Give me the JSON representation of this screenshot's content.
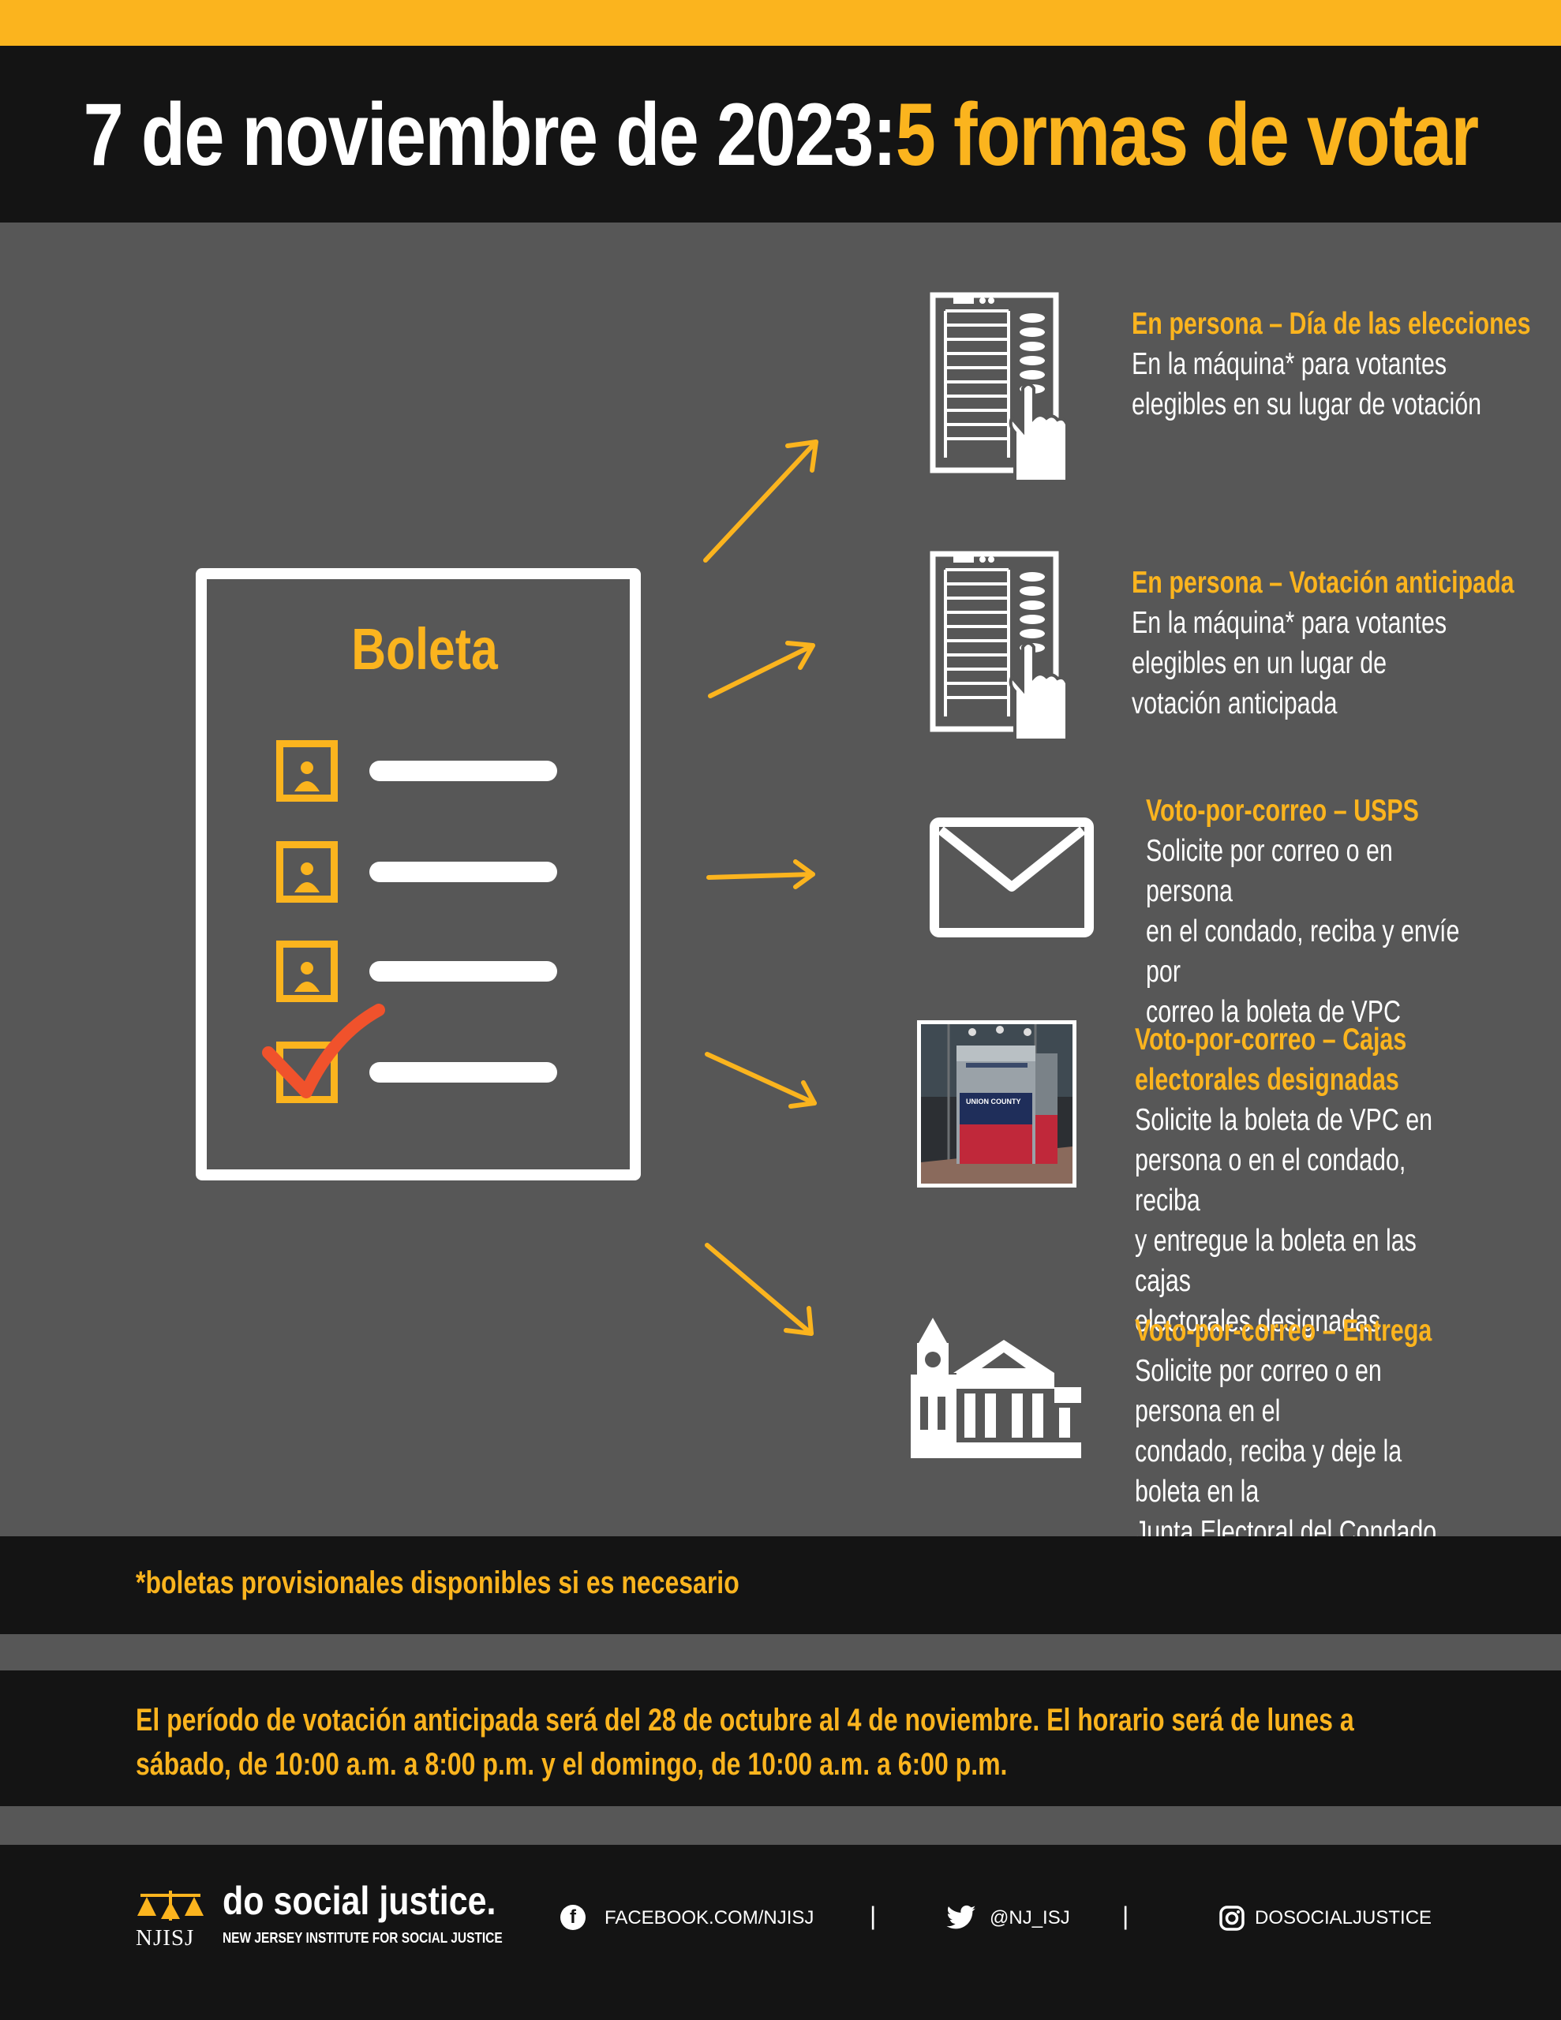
{
  "header": {
    "title_white": "7 de noviembre de 2023: ",
    "title_yellow": "5 formas de votar"
  },
  "ballot": {
    "label": "Boleta"
  },
  "methods": [
    {
      "title": "En persona – Día de las elecciones",
      "description": "En la máquina* para votantes\nelegibles en su lugar de votación"
    },
    {
      "title": "En persona – Votación anticipada",
      "description": "En la máquina* para votantes\nelegibles en un lugar de\nvotación anticipada"
    },
    {
      "title": "Voto-por-correo – USPS",
      "description": "Solicite por correo o en persona\nen el condado, reciba y envíe por\ncorreo la boleta de VPC"
    },
    {
      "title": "Voto-por-correo – Cajas\nelectorales designadas",
      "description": "Solicite la boleta de VPC en\npersona o en el condado, reciba\ny entregue la boleta en las cajas\nelectorales designadas"
    },
    {
      "title": "Voto-por-correo – Entrega",
      "description": "Solicite por correo o en persona en el\ncondado, reciba y deje la boleta en la\nJunta Electoral del Condado"
    }
  ],
  "dropbox_photo": {
    "sign_text": "UNION COUNTY"
  },
  "notes": {
    "provisional": "*boletas provisionales disponibles si es necesario",
    "early_voting": "El período de votación anticipada será del 28 de octubre al 4 de noviembre. El horario será de lunes a sábado, de 10:00 a.m. a 8:00 p.m. y el domingo, de 10:00 a.m. a 6:00 p.m."
  },
  "footer": {
    "logo_text": "NJISJ",
    "brand": "do social justice.",
    "brand_sub": "NEW JERSEY INSTITUTE FOR SOCIAL JUSTICE",
    "facebook": "FACEBOOK.COM/NJISJ",
    "twitter": "@NJ_ISJ",
    "instagram": "DOSOCIALJUSTICE",
    "separator": "|"
  },
  "colors": {
    "accent": "#fbb41e",
    "background": "#575757",
    "band": "#141414",
    "check": "#f0522c"
  }
}
